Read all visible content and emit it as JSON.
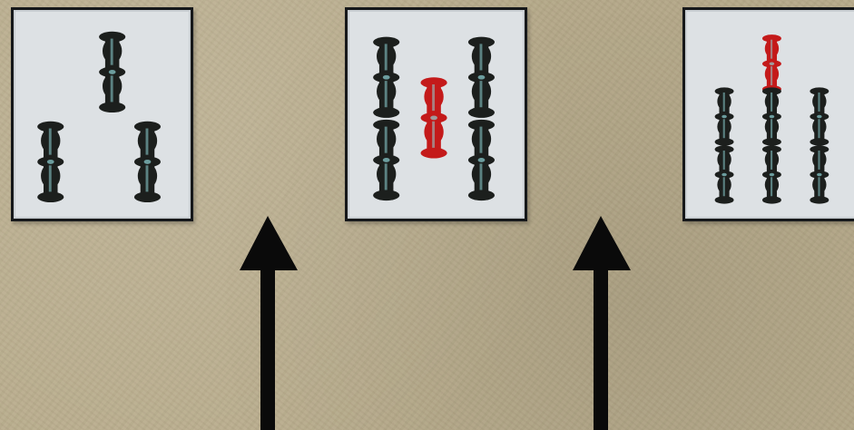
{
  "scene": {
    "background_color": "#b9ac8c",
    "tiles": [
      {
        "name": "three-of-bamboo",
        "suit": "bamboo",
        "rank": 3,
        "stick_colors": [
          "#1c1f1d",
          "#1c1f1d",
          "#1c1f1d"
        ]
      },
      {
        "name": "five-of-bamboo",
        "suit": "bamboo",
        "rank": 5,
        "stick_colors": [
          "#1c1f1d",
          "#1c1f1d",
          "#c41a1a",
          "#1c1f1d",
          "#1c1f1d"
        ]
      },
      {
        "name": "seven-of-bamboo",
        "suit": "bamboo",
        "rank": 7,
        "stick_colors": [
          "#c41a1a",
          "#1c1f1d",
          "#1c1f1d",
          "#1c1f1d",
          "#1c1f1d",
          "#1c1f1d",
          "#1c1f1d"
        ]
      }
    ],
    "arrows": [
      {
        "name": "up-arrow",
        "direction": "up",
        "color": "#0a0a0a"
      },
      {
        "name": "up-arrow",
        "direction": "up",
        "color": "#0a0a0a"
      }
    ],
    "colors": {
      "tile_face": "#dde1e4",
      "tile_border": "#16181a",
      "stick_dark": "#1c1f1d",
      "stick_red": "#c41a1a",
      "stick_highlight": "#8fd3d6"
    }
  }
}
